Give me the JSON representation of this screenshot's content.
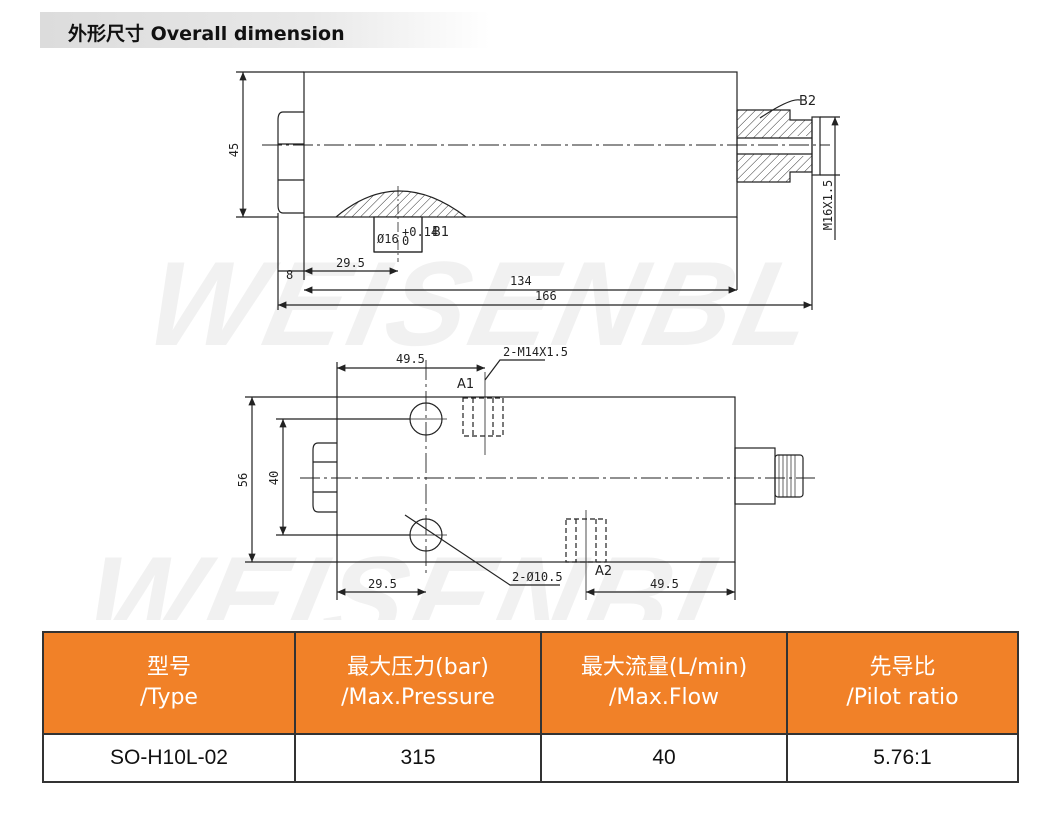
{
  "header": {
    "title": "外形尺寸 Overall dimension"
  },
  "watermark": "WEISENBL",
  "drawing": {
    "side_view": {
      "height": "45",
      "thread": "M16X1.5",
      "port_b2": "B2",
      "port_b1": "B1",
      "bore": "Ø16",
      "bore_tol_upper": "+0.14",
      "bore_tol_lower": "0",
      "dim_8": "8",
      "dim_29_5": "29.5",
      "dim_134": "134",
      "dim_166": "166"
    },
    "top_view": {
      "dim_49_5_top": "49.5",
      "thread_m14": "2-M14X1.5",
      "port_a1": "A1",
      "port_a2": "A2",
      "height_56": "56",
      "height_40": "40",
      "dim_29_5": "29.5",
      "holes": "2-Ø10.5",
      "dim_49_5_bottom": "49.5"
    }
  },
  "spec_table": {
    "headers": [
      {
        "cn": "型号",
        "en": "/Type"
      },
      {
        "cn": "最大压力(bar)",
        "en": "/Max.Pressure"
      },
      {
        "cn": "最大流量(L/min)",
        "en": "/Max.Flow"
      },
      {
        "cn": "先导比",
        "en": "/Pilot ratio"
      }
    ],
    "row": {
      "type": "SO-H10L-02",
      "pressure": "315",
      "flow": "40",
      "pilot_ratio": "5.76:1"
    }
  },
  "colors": {
    "header_orange": "#f18128",
    "line": "#222222"
  }
}
